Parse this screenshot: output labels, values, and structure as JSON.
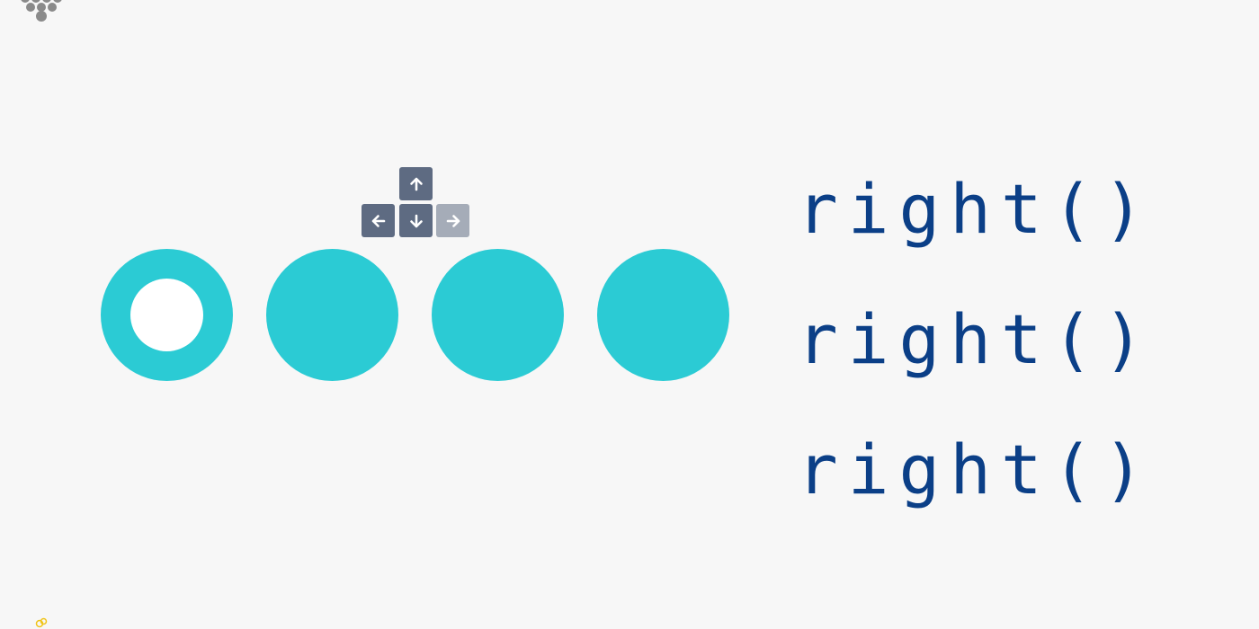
{
  "logo": {
    "icon": "dot-grid-icon",
    "color": "#8a8a8a"
  },
  "arrow_keys": {
    "up": {
      "icon": "arrow-up-icon",
      "state": "active"
    },
    "left": {
      "icon": "arrow-left-icon",
      "state": "active"
    },
    "down": {
      "icon": "arrow-down-icon",
      "state": "active"
    },
    "right": {
      "icon": "arrow-right-icon",
      "state": "dim"
    },
    "colors": {
      "active": "#5e6b82",
      "dim": "#a5acb8"
    }
  },
  "dots": {
    "count": 4,
    "selected_index": 0,
    "color": "#2bcbd4",
    "selected_center_color": "#ffffff"
  },
  "code": {
    "lines": [
      "right()",
      "right()",
      "right()"
    ],
    "color": "#0b3f87"
  },
  "corner_icon": {
    "icon": "bee-icon",
    "color": "#f0c419"
  }
}
